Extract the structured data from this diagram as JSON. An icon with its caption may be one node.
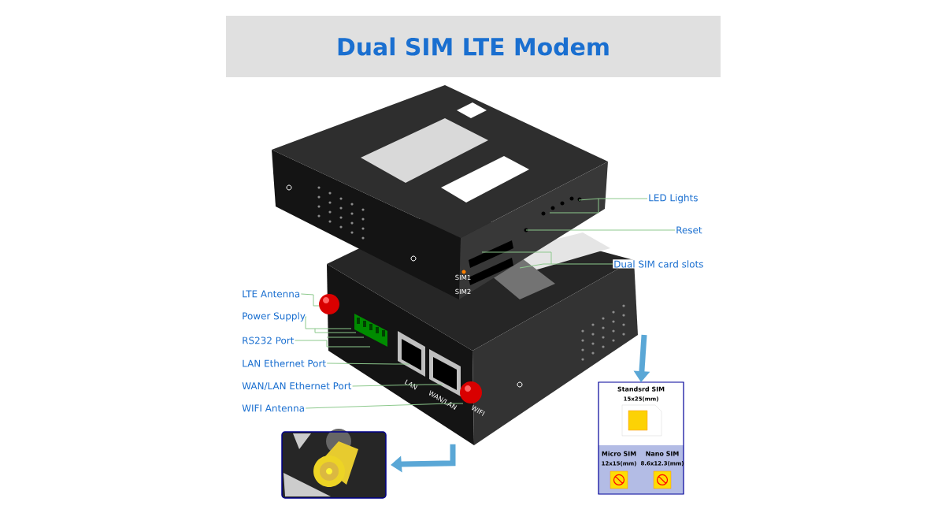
{
  "diagram": {
    "title": "Dual SIM LTE Modem",
    "nodes": [
      {
        "text": [],
        "shape": "picture"
      },
      {
        "text": [
          "LED Lights"
        ]
      },
      {
        "text": [
          "Reset"
        ]
      },
      {
        "text": [
          "Dual SIM card slots"
        ]
      },
      {
        "text": [
          "LTE Antenna"
        ]
      },
      {
        "text": [
          "Power Supply"
        ]
      },
      {
        "text": [
          "RS232 Port"
        ]
      },
      {
        "text": [
          "LAN Ethernet Port"
        ]
      },
      {
        "text": [
          "WAN/LAN Ethernet Port"
        ]
      },
      {
        "text": [
          "WIFI Antenna"
        ]
      },
      {
        "text": [],
        "shape": "picture"
      },
      {
        "text": [
          "Standsrd SIM",
          "15x25(mm)"
        ]
      },
      {
        "text": [
          "Micro SIM",
          "12x15(mm)"
        ],
        "in": 11
      },
      {
        "text": [
          "Nano SIM",
          "8.6x12.3(mm)"
        ],
        "in": 11
      }
    ],
    "edges": [
      {
        "from": 1,
        "to": 0,
        "arrow": "none"
      },
      {
        "from": 2,
        "to": 0,
        "arrow": "none"
      },
      {
        "from": 3,
        "to": 0,
        "arrow": "none"
      },
      {
        "from": 4,
        "to": 0,
        "arrow": "none"
      },
      {
        "from": 5,
        "to": 0,
        "arrow": "none"
      },
      {
        "from": 6,
        "to": 0,
        "arrow": "none"
      },
      {
        "from": 7,
        "to": 0,
        "arrow": "none"
      },
      {
        "from": 8,
        "to": 0,
        "arrow": "none"
      },
      {
        "from": 9,
        "to": 0,
        "arrow": "none"
      },
      {
        "from": 0,
        "to": 11,
        "arrow": "to",
        "style": "thick",
        "color": "#5aa7d6"
      },
      {
        "from": 0,
        "to": 10,
        "arrow": "to",
        "style": "thick",
        "color": "#5aa7d6"
      }
    ],
    "labels": [
      "SIM1",
      "SIM2",
      "LAN",
      "WAN/LAN",
      "WIFI"
    ]
  }
}
